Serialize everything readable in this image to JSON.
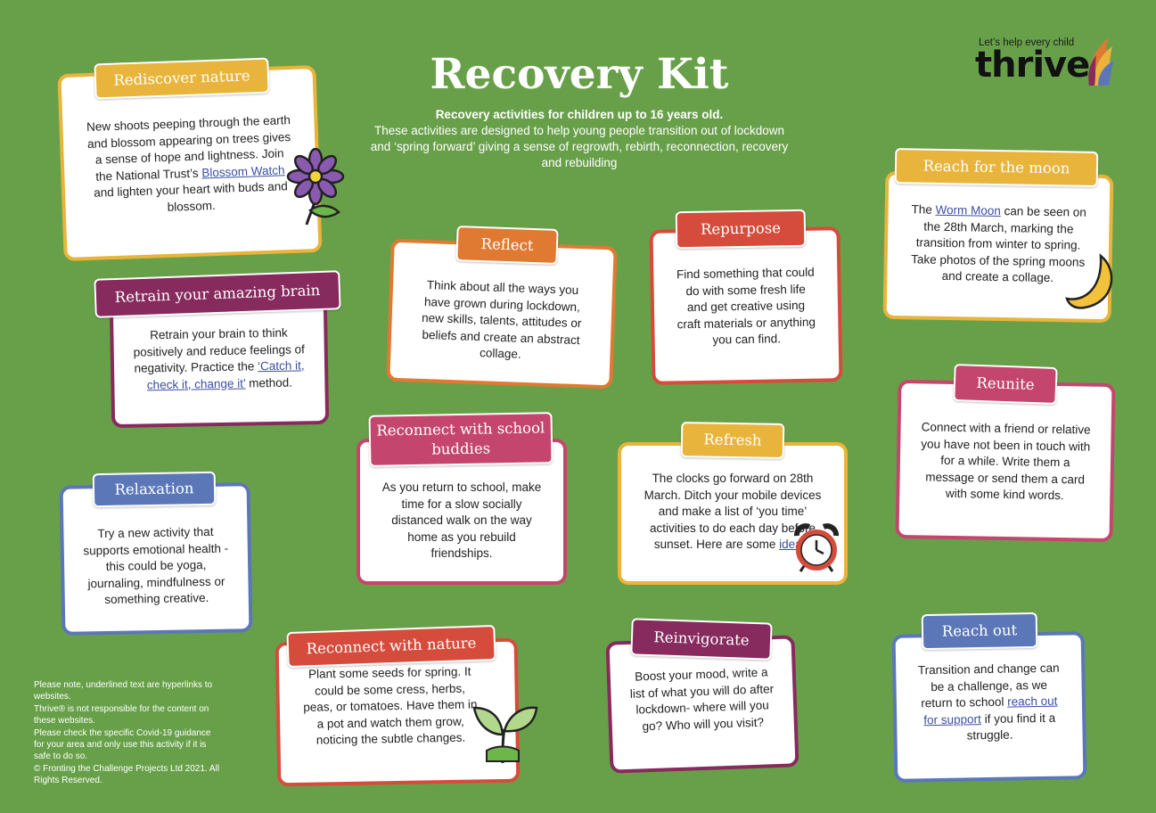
{
  "header": {
    "title": "Recovery Kit",
    "subtitle_bold": "Recovery activities for children up to 16 years old.",
    "subtitle": "These activities are designed to help young people transition out of lockdown and ‘spring forward’ giving a sense of regrowth, rebirth, reconnection, recovery and rebuilding"
  },
  "logo": {
    "tagline": "Let’s help every child",
    "wordmark": "thrive"
  },
  "cards": {
    "rediscover": {
      "label": "Rediscover nature",
      "pre": "New shoots peeping through the earth and blossom appearing on trees gives a sense of hope and lightness. Join the National Trust’s ",
      "link": "Blossom Watch",
      "post": " and lighten your heart with buds and blossom."
    },
    "retrain": {
      "label": "Retrain your amazing brain",
      "pre": "Retrain your brain to think positively and reduce feelings of negativity. Practice the ",
      "link": "‘Catch it, check it, change it’",
      "post": " method."
    },
    "relaxation": {
      "label": "Relaxation",
      "text": "Try a new activity that supports emotional health - this could be yoga, journaling, mindfulness or something creative."
    },
    "reflect": {
      "label": "Reflect",
      "text": "Think about all the ways you have grown during lockdown, new skills, talents, attitudes or beliefs and create an abstract collage."
    },
    "repurpose": {
      "label": "Repurpose",
      "text": "Find something that could do with some fresh life and get creative using craft materials or anything you can find."
    },
    "moon": {
      "label": "Reach for the moon",
      "pre": "The ",
      "link": "Worm Moon",
      "post": " can be seen on the 28th March, marking the transition from winter to spring. Take photos of the spring moons and create a collage."
    },
    "buddies": {
      "label": "Reconnect with school buddies",
      "text": "As you return to school, make time for a slow socially distanced walk on the way home as you rebuild friendships."
    },
    "refresh": {
      "label": "Refresh",
      "pre": "The clocks go forward on 28th March. Ditch your mobile devices and make a list of ‘you time’ activities to do each day before sunset. Here are some ",
      "link": "ideas.",
      "post": ""
    },
    "reunite": {
      "label": "Reunite",
      "text": "Connect with a friend or relative you have not been in touch with for a while. Write them a message or send them a card with some kind words."
    },
    "nature": {
      "label": "Reconnect with nature",
      "text": "Plant some seeds for spring. It could be some cress, herbs, peas, or tomatoes. Have them in a pot and watch them grow, noticing the subtle changes."
    },
    "reinvigorate": {
      "label": "Reinvigorate",
      "text": "Boost your mood, write a list of what you will do after lockdown- where will you go? Who will you visit?"
    },
    "reachout": {
      "label": "Reach out",
      "pre": "Transition and change can be a challenge, as we return to school ",
      "link": "reach out for support",
      "post": " if you find it a struggle."
    }
  },
  "notes": {
    "line1": "Please note, underlined text are hyperlinks to websites.",
    "line2": "Thrive® is not responsible for the content on these websites.",
    "line3": "Please check the specific Covid-19 guidance for your area and only use this activity if it is safe to do so.",
    "line4": "© Fronting the Challenge Projects Ltd 2021. All Rights Reserved."
  },
  "colors": {
    "background": "#68a04a",
    "yellow": "#e8b43c",
    "orange": "#e07a32",
    "red": "#d54c3c",
    "plum": "#872a5e",
    "pink": "#c4466e",
    "blue": "#5b77b8",
    "link": "#3b4fa0"
  },
  "icons": {
    "flower": "flower-icon",
    "moon": "crescent-moon-icon",
    "clock": "alarm-clock-icon",
    "plant": "seedling-icon"
  }
}
